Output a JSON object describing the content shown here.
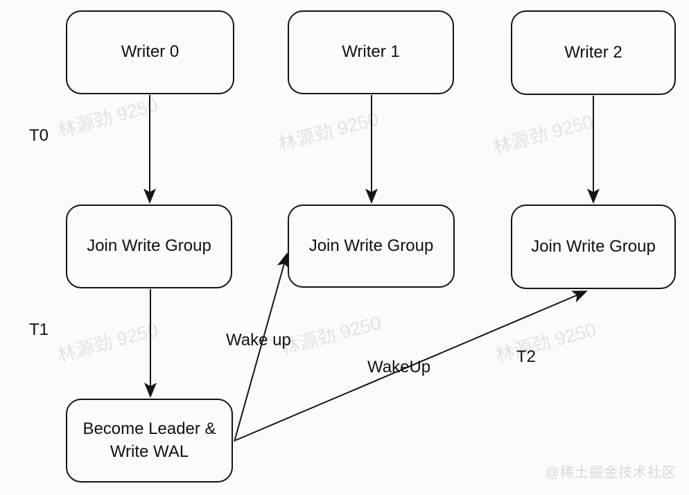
{
  "diagram": {
    "type": "flowchart",
    "nodes": {
      "writer0": {
        "label": "Writer 0"
      },
      "writer1": {
        "label": "Writer 1"
      },
      "writer2": {
        "label": "Writer 2"
      },
      "join0": {
        "label": "Join Write Group"
      },
      "join1": {
        "label": "Join Write Group"
      },
      "join2": {
        "label": "Join Write Group"
      },
      "leader": {
        "label": "Become Leader & Write WAL"
      }
    },
    "edges": [
      {
        "from": "writer0",
        "to": "join0",
        "label": ""
      },
      {
        "from": "writer1",
        "to": "join1",
        "label": ""
      },
      {
        "from": "writer2",
        "to": "join2",
        "label": ""
      },
      {
        "from": "join0",
        "to": "leader",
        "label": ""
      },
      {
        "from": "leader",
        "to": "join1",
        "label": "Wake up"
      },
      {
        "from": "leader",
        "to": "join2",
        "label": "WakeUp"
      }
    ],
    "timeline": {
      "t0": "T0",
      "t1": "T1",
      "t2": "T2"
    }
  },
  "watermark": {
    "tile": "林源劲 9250",
    "credit": "@稀土掘金技术社区"
  },
  "colors": {
    "line": "#141414",
    "background": "#fbfbfc",
    "text": "#111111",
    "watermark_tile": "#e9e9e9",
    "credit": "#d8d8d8"
  }
}
